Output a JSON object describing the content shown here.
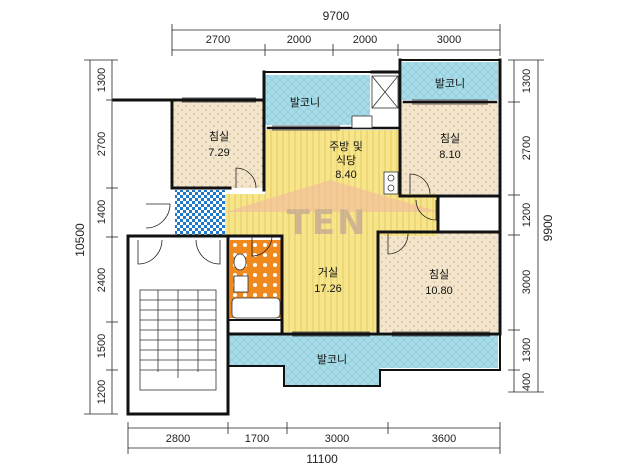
{
  "dimensions": {
    "top_total": "9700",
    "top": [
      "2700",
      "2000",
      "2000",
      "3000"
    ],
    "bottom_total": "11100",
    "bottom": [
      "2800",
      "1700",
      "3000",
      "3600"
    ],
    "left_total": "10500",
    "left": [
      "1300",
      "2700",
      "1400",
      "2400",
      "1500",
      "1200"
    ],
    "right_total": "9900",
    "right": [
      "1300",
      "2700",
      "1200",
      "3000",
      "1300",
      "400"
    ]
  },
  "rooms": {
    "bedroom_left": {
      "name": "침실",
      "area": "7.29"
    },
    "kitchen": {
      "name": "주방 및",
      "name2": "식당",
      "area": "8.40"
    },
    "bedroom_right": {
      "name": "침실",
      "area": "8.10"
    },
    "living": {
      "name": "거실",
      "area": "17.26"
    },
    "bedroom_bottom": {
      "name": "침실",
      "area": "10.80"
    },
    "balcony_top_left": {
      "name": "발코니"
    },
    "balcony_top_right": {
      "name": "발코니"
    },
    "balcony_bottom": {
      "name": "발코니"
    }
  },
  "watermark": "TEN",
  "colors": {
    "balcony": "#a8dce8",
    "kitchen_floor": "#f6e58a",
    "bedroom_floor": "#f2e5cc",
    "bath_tile": "#f08a1e",
    "entry_tile": "#1f78c8",
    "wall": "#111111"
  }
}
